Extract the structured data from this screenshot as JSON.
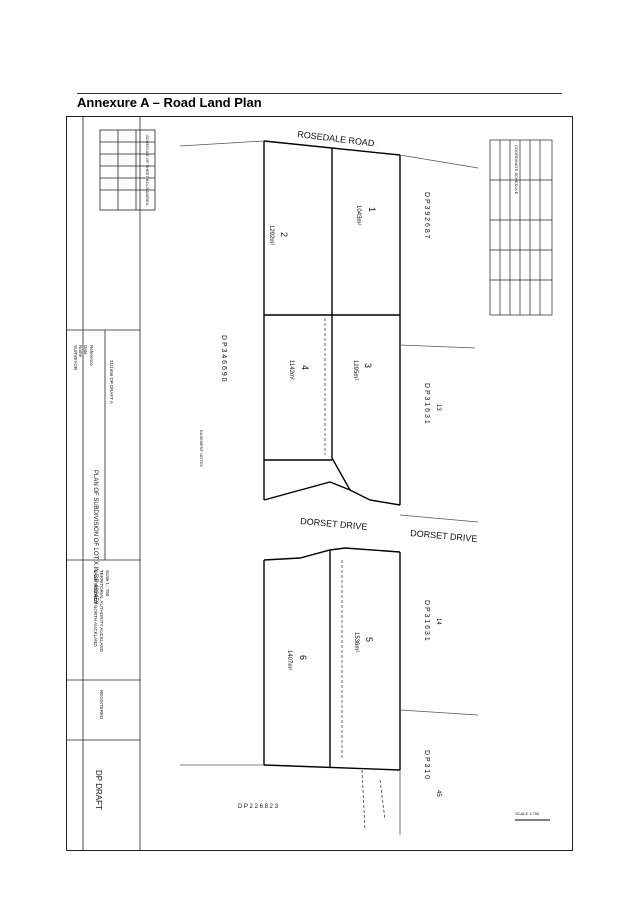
{
  "page": {
    "title": "Annexure A – Road Land Plan"
  },
  "roads": {
    "rosedale": "ROSEDALE   ROAD",
    "dorset_inner": "DORSET DRIVE",
    "dorset_outer": "DORSET DRIVE"
  },
  "lots": [
    {
      "number": "1",
      "area": "1043m²"
    },
    {
      "number": "2",
      "area": "1292m²"
    },
    {
      "number": "3",
      "area": "1295m²"
    },
    {
      "number": "4",
      "area": "1142m²"
    },
    {
      "number": "5",
      "area": "1536m²"
    },
    {
      "number": "6",
      "area": "1407m²"
    }
  ],
  "dp_labels": {
    "top_right": "D P  3 9 2 6 8 7",
    "mid_right": "D P  3 1 6 3 1",
    "lower_right": "D P  3 1 6 3 1",
    "bottom_right": "D P  3 1 0",
    "left": "D P  3 4 6 6 9 0",
    "bottom": "D P  2 2 6 8 2 3"
  },
  "lot_refs": {
    "lot13": "13",
    "lot14": "14",
    "lot45": "45"
  },
  "title_block": {
    "plan_title": "PLAN OF SUBDIVISION OF LOT X IN DP 492459",
    "surveyor": "SURVEYOR",
    "surveyor_name": "Name",
    "date": "Date",
    "reference": "Reference",
    "sheet_ref": "21/1696 DP DRAFT A",
    "land_district": "LAND DISTRICT  NORTH AUCKLAND",
    "territorial": "TERRITORIAL AUTHORITY  AUCKLAND",
    "scale": "Scale  1 : 750",
    "registered": "REGISTERED",
    "dp_draft": "DP DRAFT"
  },
  "notes": {
    "coord_title": "COORDINATE SCHEDULE",
    "easement": "EASEMENT NOTES",
    "schedule": "SCHEDULE OF SHEET BOUNDARIES"
  },
  "scale_bar": "SCALE 1:750"
}
